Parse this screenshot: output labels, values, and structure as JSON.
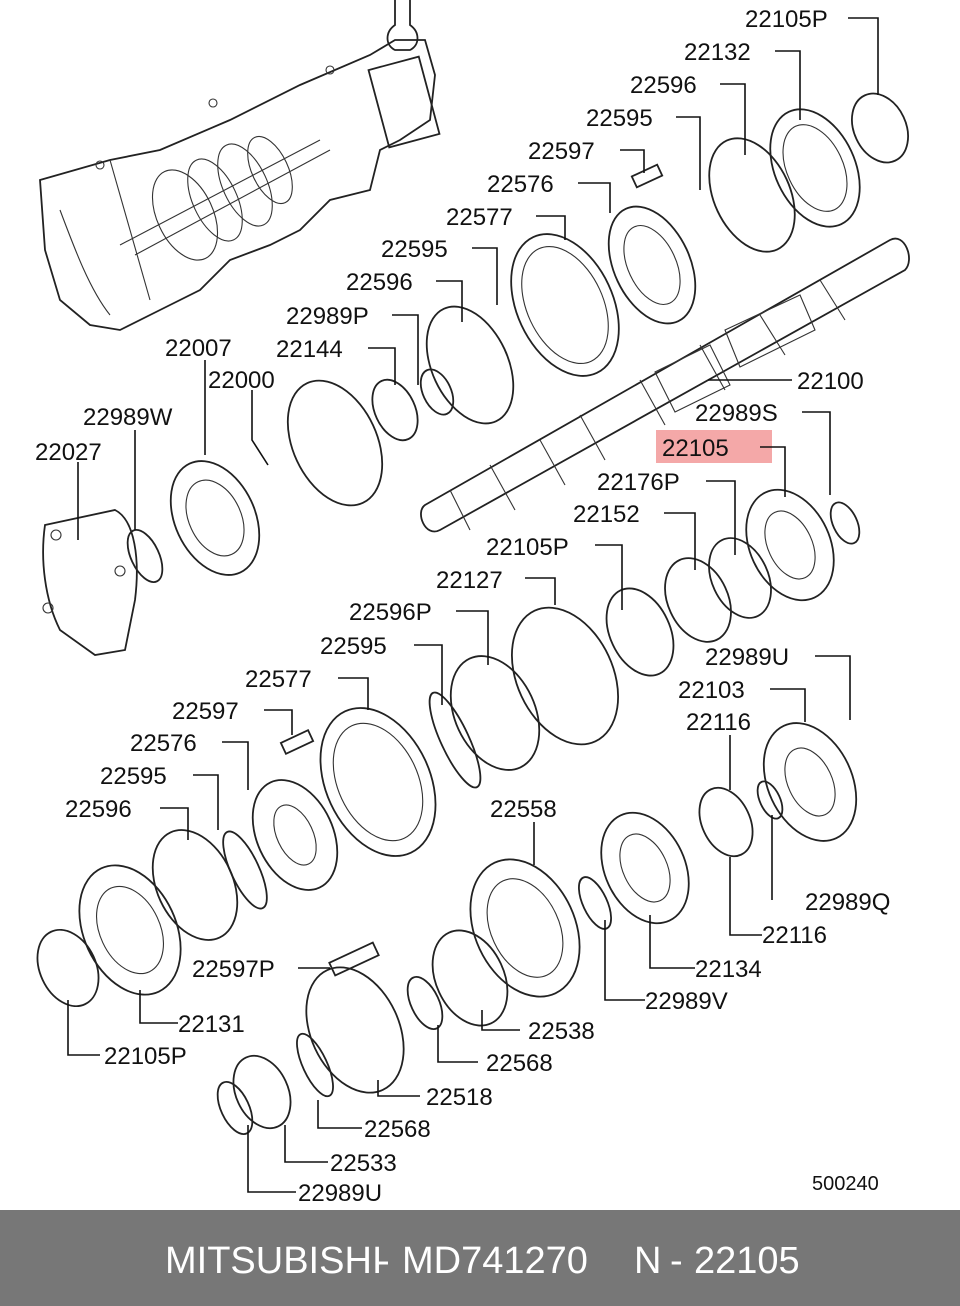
{
  "labels": {
    "p22105p_top": "22105P",
    "p22132": "22132",
    "p22596_a": "22596",
    "p22595_a": "22595",
    "p22597_a": "22597",
    "p22576_a": "22576",
    "p22577_a": "22577",
    "p22595_b": "22595",
    "p22596_b": "22596",
    "p22989p": "22989P",
    "p22007": "22007",
    "p22144": "22144",
    "p22000": "22000",
    "p22100": "22100",
    "p22989w": "22989W",
    "p22989s": "22989S",
    "p22027": "22027",
    "p22105_hl": "22105",
    "p22176p": "22176P",
    "p22152": "22152",
    "p22105p_mid": "22105P",
    "p22127": "22127",
    "p22596p": "22596P",
    "p22595_c": "22595",
    "p22989u_a": "22989U",
    "p22103": "22103",
    "p22577_b": "22577",
    "p22116_a": "22116",
    "p22597_b": "22597",
    "p22576_b": "22576",
    "p22595_d": "22595",
    "p22558": "22558",
    "p22596_c": "22596",
    "p22989q": "22989Q",
    "p22116_b": "22116",
    "p22134": "22134",
    "p22597p": "22597P",
    "p22989v": "22989V",
    "p22131": "22131",
    "p22538": "22538",
    "p22105p_bot": "22105P",
    "p22568_a": "22568",
    "p22518": "22518",
    "p22568_b": "22568",
    "p22533": "22533",
    "p22989u_b": "22989U",
    "figure_code": "500240"
  },
  "highlight_color": "#f4a8a8",
  "footer": {
    "brand": "MITSUBISHI",
    "sep1": "-",
    "part_number": "MD741270",
    "ref_prefix": "N",
    "sep2": "-",
    "ref_number": "22105"
  }
}
